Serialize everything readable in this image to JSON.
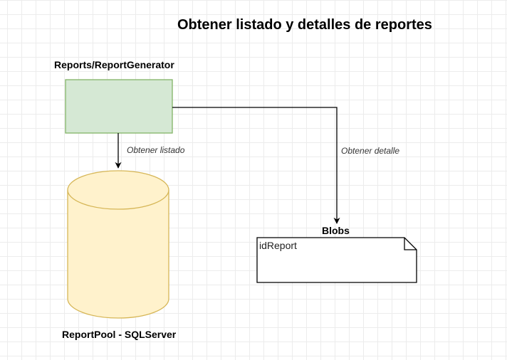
{
  "diagram": {
    "title": "Obtener listado y detalles de reportes",
    "nodes": {
      "report_generator": {
        "label": "Reports/ReportGenerator",
        "fill": "#d5e8d4",
        "stroke": "#82b366"
      },
      "report_pool": {
        "label": "ReportPool - SQLServer",
        "fill": "#fff2cc",
        "stroke": "#d6b656"
      },
      "blobs": {
        "label": "Blobs",
        "note_text": "idReport",
        "fill": "#ffffff",
        "stroke": "#000000"
      }
    },
    "edges": {
      "list": {
        "label": "Obtener listado",
        "from": "Reports/ReportGenerator",
        "to": "ReportPool - SQLServer"
      },
      "detail": {
        "label": "Obtener detalle",
        "from": "Reports/ReportGenerator",
        "to": "Blobs"
      }
    }
  }
}
